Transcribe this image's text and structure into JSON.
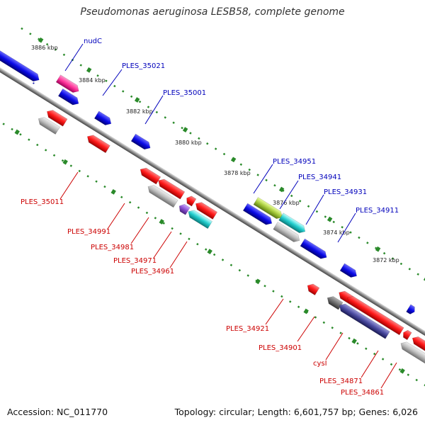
{
  "title": "Pseudomonas aeruginosa LESB58, complete genome",
  "accession": "Accession: NC_011770",
  "summary": "Topology: circular; Length: 6,601,757 bp; Genes: 6,026",
  "scale_ticks": [
    "3886 kbp",
    "3884 kbp",
    "3882 kbp",
    "3880 kbp",
    "3878 kbp",
    "3876 kbp",
    "3874 kbp",
    "3872 kbp"
  ],
  "colors": {
    "forward_gene": "#0a0ae6",
    "reverse_gene": "#ff1a1a",
    "trna": "#ff3399",
    "pseudogene": "#bdbdbd",
    "rrna": "#22cccc",
    "other": "#8a4fd0",
    "misc": "#a5c93a",
    "forward_label": "#0000bb",
    "reverse_label": "#cc0000",
    "tick": "#2a8a2a"
  },
  "forward_labels": [
    {
      "id": "nudc",
      "text": "nudC"
    },
    {
      "id": "ples-35021",
      "text": "PLES_35021"
    },
    {
      "id": "ples-35001",
      "text": "PLES_35001"
    },
    {
      "id": "ples-34951",
      "text": "PLES_34951"
    },
    {
      "id": "ples-34941",
      "text": "PLES_34941"
    },
    {
      "id": "ples-34931",
      "text": "PLES_34931"
    },
    {
      "id": "ples-34911",
      "text": "PLES_34911"
    }
  ],
  "reverse_labels": [
    {
      "id": "ples-35011",
      "text": "PLES_35011"
    },
    {
      "id": "ples-34991",
      "text": "PLES_34991"
    },
    {
      "id": "ples-34981",
      "text": "PLES_34981"
    },
    {
      "id": "ples-34971",
      "text": "PLES_34971"
    },
    {
      "id": "ples-34961",
      "text": "PLES_34961"
    },
    {
      "id": "ples-34921",
      "text": "PLES_34921"
    },
    {
      "id": "ples-34901",
      "text": "PLES_34901"
    },
    {
      "id": "cysi",
      "text": "cysI"
    },
    {
      "id": "ples-34871",
      "text": "PLES_34871"
    },
    {
      "id": "ples-34861",
      "text": "PLES_34861"
    }
  ]
}
